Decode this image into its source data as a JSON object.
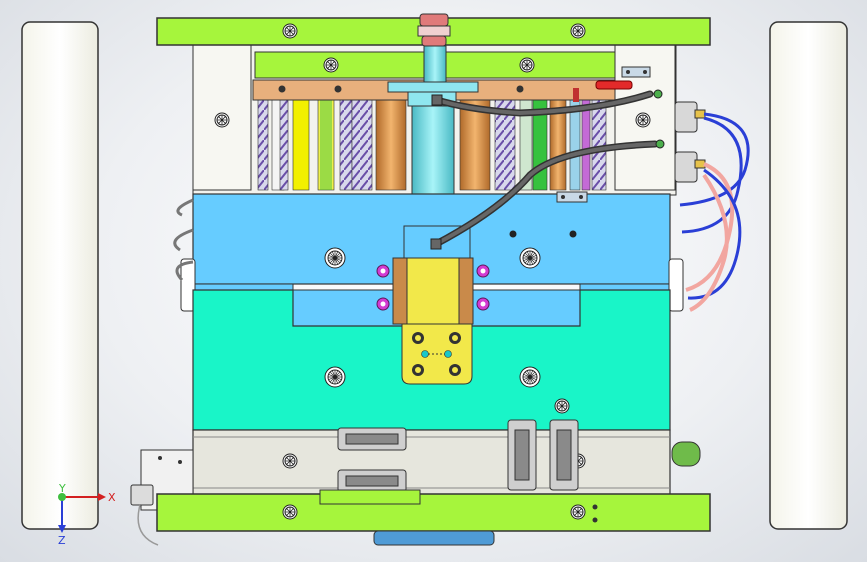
{
  "app": {
    "type": "cad-3d-viewport"
  },
  "triad": {
    "x_label": "X",
    "y_label": "Y",
    "z_label": "Z"
  },
  "colors": {
    "background": "#eef0f3",
    "clamp_plate": "#a6f53c",
    "a_plate": "#66ccff",
    "b_plate": "#19f5c8",
    "support_plate": "#e6e6dd",
    "ejector_plate": "#b3f06b",
    "ejector_retainer": "#e8b07d",
    "sprue_bushing": "#7fdfe6",
    "slider": "#f2e84a",
    "slider_side": "#c98a4a",
    "hose": "#555555",
    "cooling_line_blue": "#2a3fd6",
    "cooling_line_red": "#f2a6a0",
    "platen": "#fcfcf6",
    "connector": "#d9d9d9",
    "bolt": "#222222",
    "magenta_pin": "#d23bd2"
  },
  "icons": [
    "triad-icon",
    "bolt-icon",
    "connector-icon",
    "water-fitting-icon",
    "cooling-hose-icon"
  ]
}
